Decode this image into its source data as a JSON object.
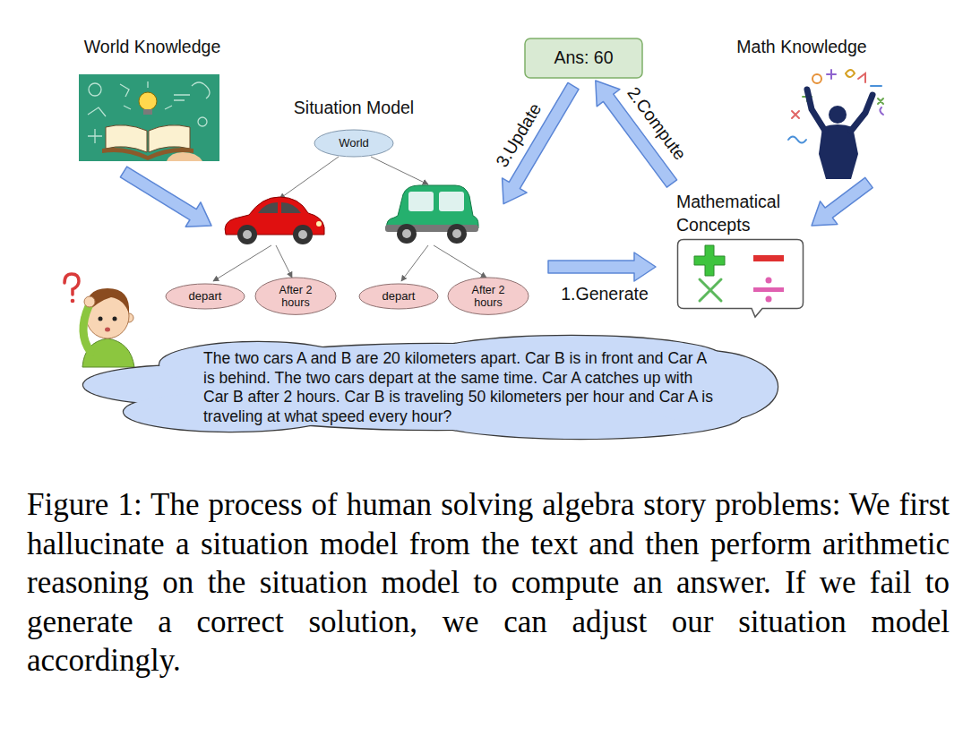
{
  "diagram": {
    "caption": "Figure 1: The process of human solving algebra story problems: We first hallucinate a situation model from the text and then perform arithmetic reasoning on the situation model to compute an answer. If we fail to generate a correct solution, we can adjust our situation model accordingly.",
    "nodes": [
      {
        "text": [
          "World"
        ]
      },
      {
        "text": [
          "depart"
        ]
      },
      {
        "text": [
          "After 2 hours"
        ]
      },
      {
        "text": [
          "depart"
        ]
      },
      {
        "text": [
          "After 2 hours"
        ]
      },
      {
        "text": [
          "Ans: 60"
        ]
      },
      {
        "text": [
          "Mathematical Concepts"
        ]
      },
      {
        "text": [
          "The two cars A and B are 20 kilometers apart. Car B is in front and Car A is behind. The two cars depart at the same time. Car A catches up with Car B after 2 hours. Car B is traveling 50 kilometers per hour and Car A is traveling at what speed every hour?"
        ]
      }
    ],
    "edges": [
      {
        "from": 6,
        "to": 5,
        "arrow": "to",
        "label": "2.Compute"
      }
    ],
    "labels": [
      "World Knowledge",
      "Situation Model",
      "Math Knowledge",
      "3.Update",
      "1.Generate"
    ]
  }
}
